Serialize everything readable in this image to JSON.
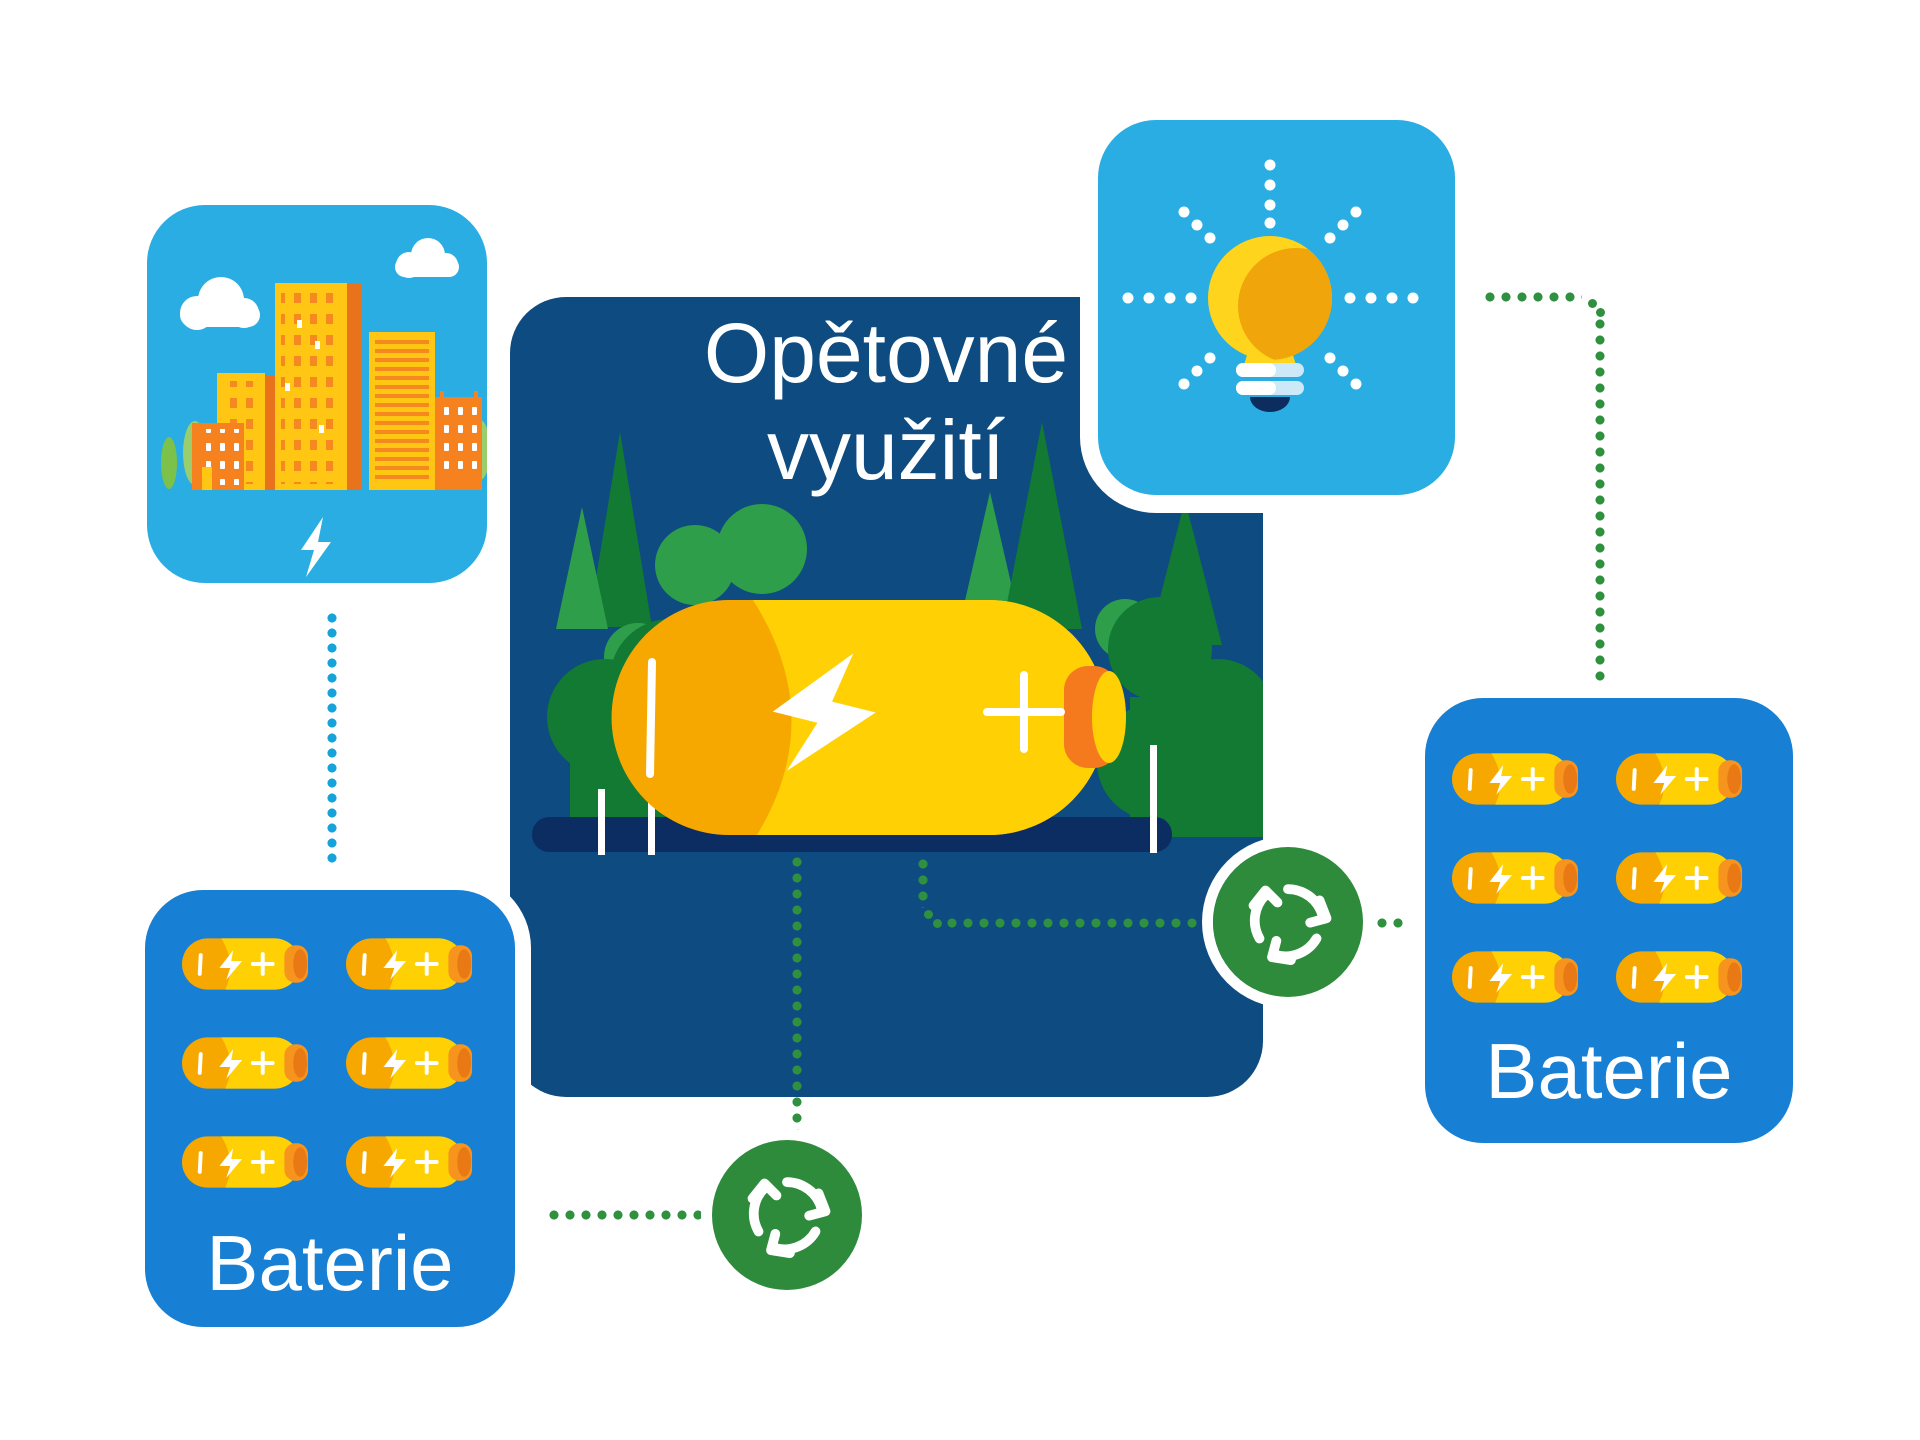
{
  "palette": {
    "navy": "#0E4B80",
    "cyan": "#29ADE3",
    "blue": "#1780D4",
    "green": "#2E8B3C",
    "dot_green": "#2F9040",
    "dot_cyan": "#16A2DB",
    "yellow": "#FFD104",
    "amber": "#F6A800",
    "cap_orange": "#F5791D",
    "small_cap": "#F7941D",
    "small_cap_inner": "#E87914",
    "ground_navy": "#0C2D62",
    "forest_light": "#2F9E4B",
    "forest_dark": "#127A33",
    "bldg_orange": "#F5821F",
    "bldg_orange_dark": "#E9731C",
    "bldg_yellow": "#FFC614",
    "window_orange": "#F5881F",
    "tree_light": "#7CC24A",
    "tree_pale": "#9ACD6E",
    "bulb_yellow": "#FFD41C",
    "bulb_shade": "#F0A50A",
    "ring_blue": "#CDE9F8",
    "bulb_cap_navy": "#0D2D5E",
    "text_white": "#FFFFFF"
  },
  "center_panel": {
    "title": "Opětovné využití"
  },
  "boxes": {
    "city": {
      "icons": [
        "city-skyline-icon",
        "cloud-icon",
        "tree-icon",
        "lightning-bolt-icon"
      ]
    },
    "bulb": {
      "icons": [
        "lightbulb-icon",
        "light-rays-icon"
      ]
    },
    "batteries_left": {
      "label": "Baterie",
      "battery_count": 6
    },
    "batteries_right": {
      "label": "Baterie",
      "battery_count": 6
    }
  },
  "battery_markings": [
    "minus-terminal",
    "lightning-bolt",
    "plus-terminal"
  ],
  "connections": [
    {
      "from": "city-card",
      "to": "batteries-card-left",
      "style": "dotted",
      "color": "cyan"
    },
    {
      "from": "batteries-card-left",
      "to": "recycle-badge-bottom",
      "style": "dotted",
      "color": "green"
    },
    {
      "from": "reuse-panel-battery",
      "to": "recycle-badge-bottom",
      "style": "dotted",
      "color": "green"
    },
    {
      "from": "reuse-panel-battery",
      "to": "recycle-badge-right",
      "style": "dotted",
      "color": "green"
    },
    {
      "from": "recycle-badge-right",
      "to": "batteries-card-right",
      "style": "dotted",
      "color": "green"
    },
    {
      "from": "lightbulb-card",
      "to": "batteries-card-right",
      "style": "dotted",
      "color": "green"
    }
  ]
}
